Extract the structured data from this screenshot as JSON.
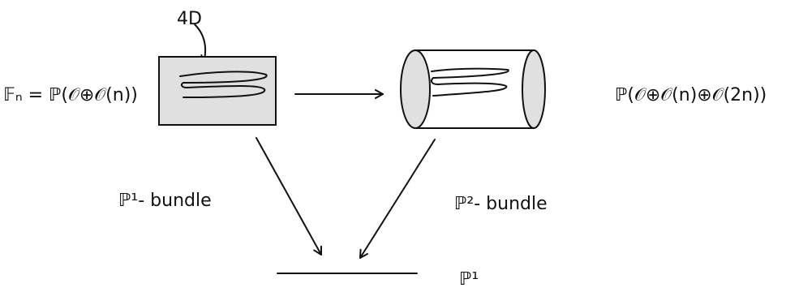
{
  "labels": {
    "four_d": "4D",
    "fn_lhs": "𝔽ₙ = ℙ(𝒪⊕𝒪(n))",
    "p_rhs": "ℙ(𝒪⊕𝒪(n)⊕𝒪(2n))",
    "p1_bundle": "ℙ¹- bundle",
    "p2_bundle": "ℙ²- bundle",
    "base": "ℙ¹"
  },
  "colors": {
    "ink": "#111111",
    "shade": "#e0e0e0"
  }
}
